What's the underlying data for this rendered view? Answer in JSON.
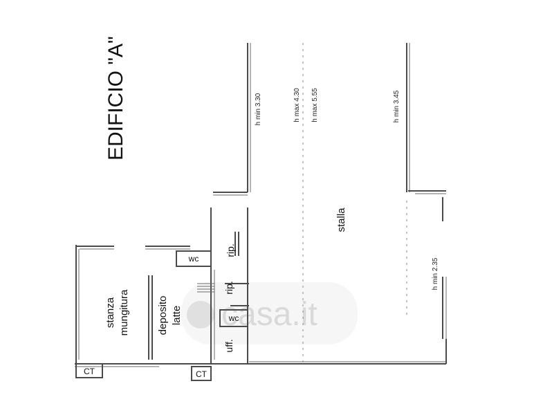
{
  "plan": {
    "title": "EDIFICIO \"A\"",
    "rooms": {
      "stalla": "stalla",
      "stanza": "stanza",
      "mungitura": "mungitura",
      "deposito": "deposito",
      "latte": "latte",
      "wc_upper": "wc",
      "wc_lower": "wc",
      "rip_upper": "rip.",
      "rip_lower": "rip.",
      "uff": "uff.",
      "ct_left": "CT",
      "ct_right": "CT"
    },
    "heights": {
      "h_min_330": "h min 3.30",
      "h_max_430": "h  max 4.30",
      "h_max_555": "h  max 5.55",
      "h_min_345": "h  min 3.45",
      "h_min_235": "h min 2.35"
    },
    "watermark": "casa.it"
  }
}
